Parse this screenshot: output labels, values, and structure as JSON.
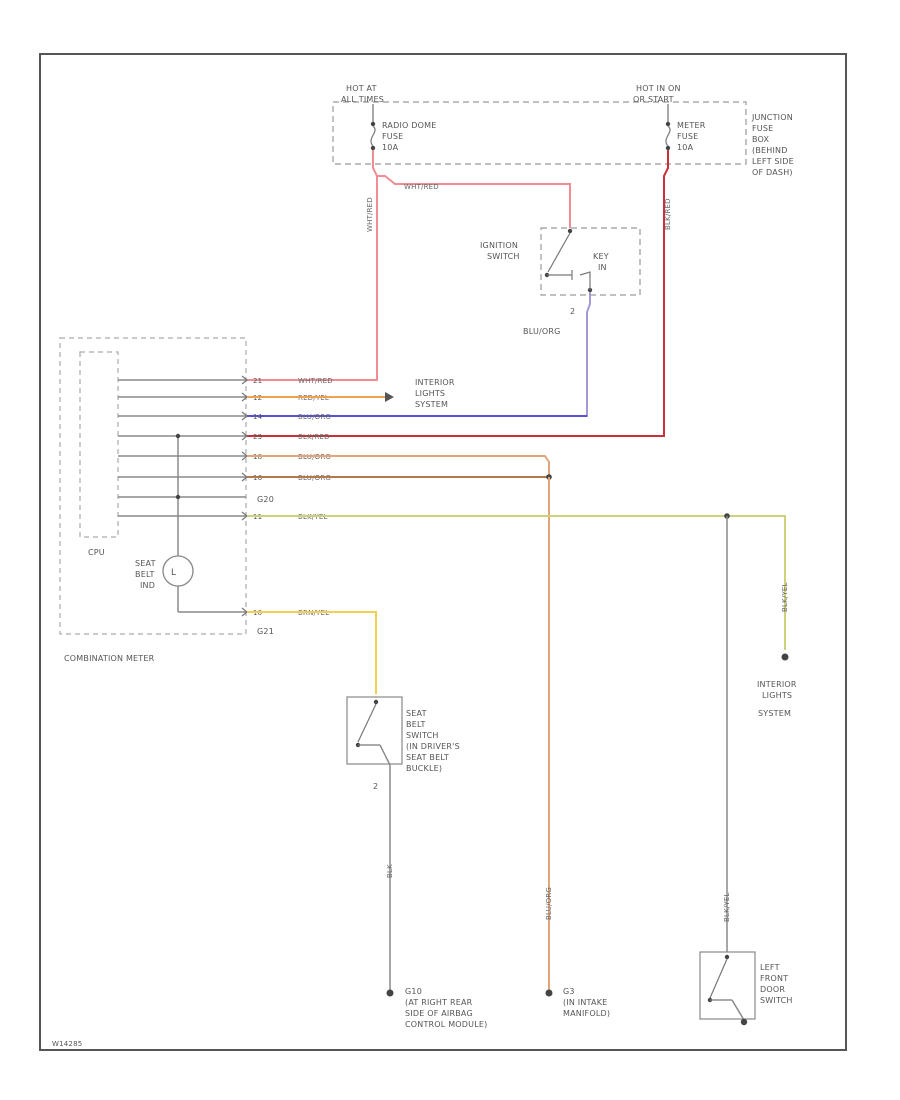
{
  "fuse_box": {
    "hot_left": [
      "HOT AT",
      "ALL TIMES"
    ],
    "hot_right": [
      "HOT IN ON",
      "OR START"
    ],
    "fuse_left": [
      "RADIO DOME",
      "FUSE",
      "10A"
    ],
    "fuse_right": [
      "METER",
      "FUSE",
      "10A"
    ],
    "junction": [
      "JUNCTION",
      "FUSE",
      "BOX",
      "(BEHIND",
      "LEFT SIDE",
      "OF DASH)"
    ]
  },
  "ignition_switch": {
    "label": [
      "IGNITION",
      "SWITCH"
    ],
    "key_in": [
      "KEY",
      "IN"
    ],
    "pin": "2",
    "wire": "BLU/ORG"
  },
  "combination_meter": {
    "label": "COMBINATION METER",
    "cpu": "CPU",
    "seat_belt_ind": [
      "SEAT",
      "BELT",
      "IND"
    ],
    "connector_g20": "G20",
    "connector_g21": "G21",
    "pins": [
      "21",
      "12",
      "14",
      "23",
      "18",
      "16",
      "11",
      "10"
    ],
    "wires": [
      "WHT/RED",
      "RED/YEL",
      "BLU/ORG",
      "BLK/RED",
      "BLU/ORG",
      "BLU/ORG",
      "BLK/YEL",
      "BRN/YEL"
    ]
  },
  "wire_labels": {
    "radio_down": "WHT/RED",
    "radio_over": "WHT/RED",
    "meter_down": "BLK/RED",
    "belt_switch_down": "BLK",
    "g3_down": "BLU/ORG",
    "door_down": "BLK/YEL",
    "int_down": "BLK/YEL"
  },
  "interior_lights_top": [
    "INTERIOR",
    "LIGHTS",
    "SYSTEM"
  ],
  "interior_lights_right": [
    "INTERIOR",
    "LIGHTS",
    "SYSTEM"
  ],
  "seat_belt_switch": {
    "label": [
      "SEAT",
      "BELT",
      "SWITCH",
      "(IN DRIVER'S",
      "SEAT BELT",
      "BUCKLE)"
    ],
    "pin": "2"
  },
  "ground_g10": [
    "G10",
    "(AT RIGHT REAR",
    "SIDE OF AIRBAG",
    "CONTROL MODULE)"
  ],
  "ground_g3": [
    "G3",
    "(IN INTAKE",
    "MANIFOLD)"
  ],
  "door_switch": [
    "LEFT",
    "FRONT",
    "DOOR",
    "SWITCH"
  ],
  "figure_id": "W14285",
  "colors": {
    "wht_red": "#f08c94",
    "red_yel": "#f0a050",
    "blu_org": "#5a4fd8",
    "blu_org_light": "#a49ad8",
    "blk_red": "#c8303a",
    "blu_org_tan": "#e0a67a",
    "blu_org_brown": "#b07a4a",
    "blk_yel": "#cfd07a",
    "brn_yel": "#f0d050"
  }
}
